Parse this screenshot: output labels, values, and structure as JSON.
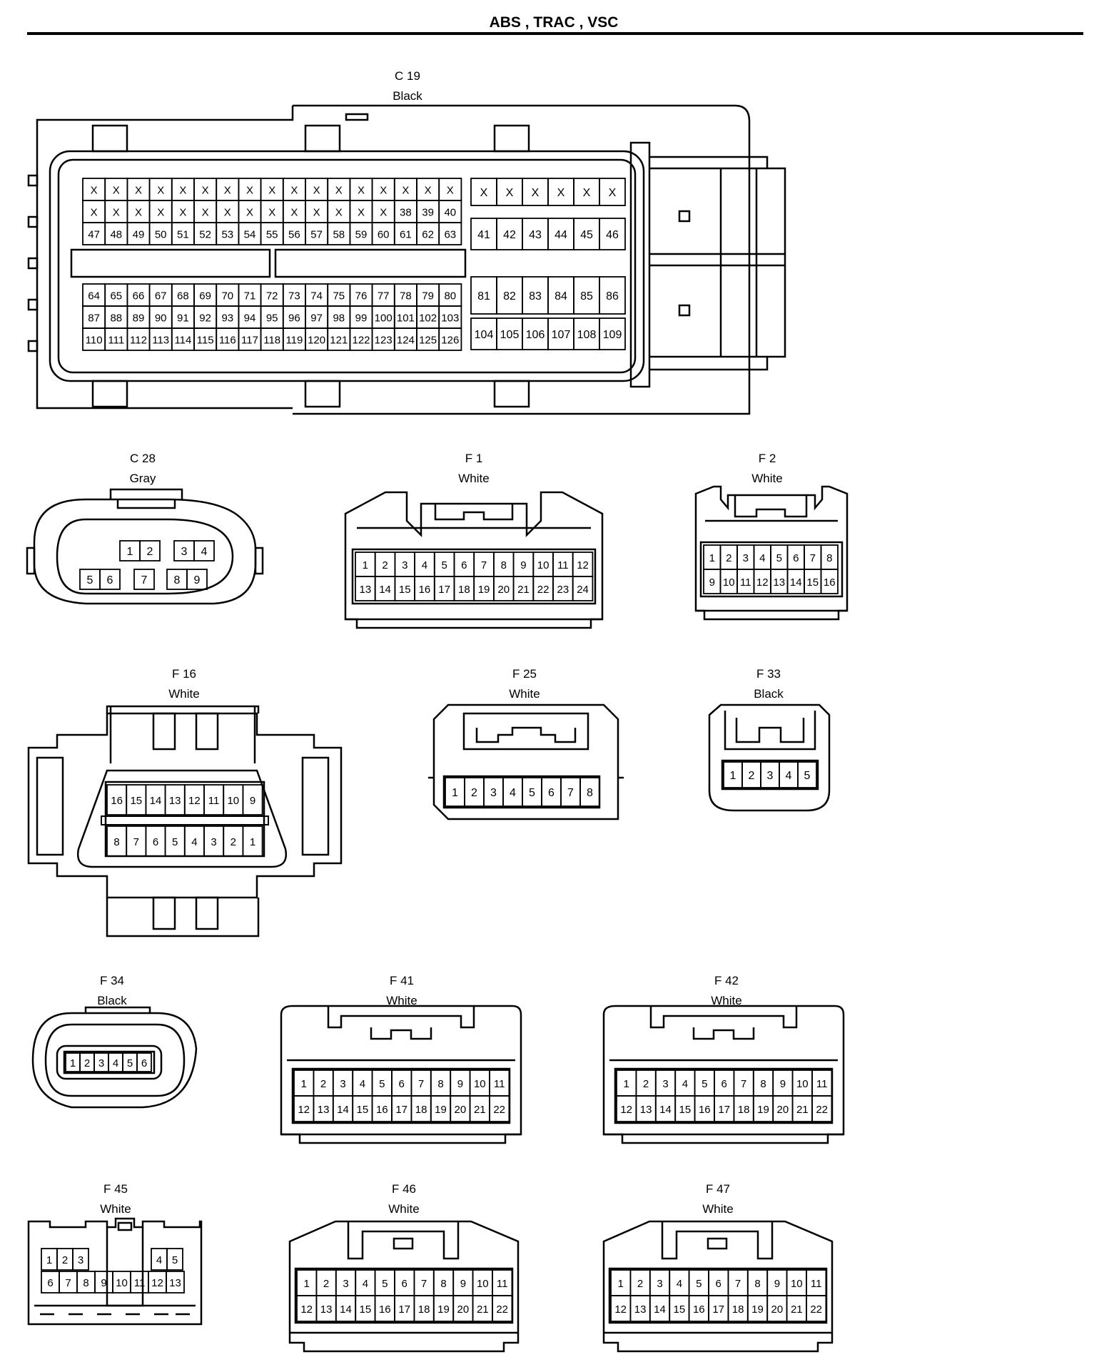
{
  "title": "ABS , TRAC , VSC",
  "connectors": [
    {
      "id": "C 19",
      "color": "Black"
    },
    {
      "id": "C 28",
      "color": "Gray"
    },
    {
      "id": "F 1",
      "color": "White"
    },
    {
      "id": "F 2",
      "color": "White"
    },
    {
      "id": "F 16",
      "color": "White"
    },
    {
      "id": "F 25",
      "color": "White"
    },
    {
      "id": "F 33",
      "color": "Black"
    },
    {
      "id": "F 34",
      "color": "Black"
    },
    {
      "id": "F 41",
      "color": "White"
    },
    {
      "id": "F 42",
      "color": "White"
    },
    {
      "id": "F 45",
      "color": "White"
    },
    {
      "id": "F 46",
      "color": "White"
    },
    {
      "id": "F 47",
      "color": "White"
    }
  ],
  "pins": {
    "c19": {
      "left_top": [
        [
          "X",
          "X",
          "X",
          "X",
          "X",
          "X",
          "X",
          "X",
          "X",
          "X",
          "X",
          "X",
          "X",
          "X",
          "X",
          "X",
          "X"
        ],
        [
          "X",
          "X",
          "X",
          "X",
          "X",
          "X",
          "X",
          "X",
          "X",
          "X",
          "X",
          "X",
          "X",
          "X",
          "38",
          "39",
          "40"
        ],
        [
          "47",
          "48",
          "49",
          "50",
          "51",
          "52",
          "53",
          "54",
          "55",
          "56",
          "57",
          "58",
          "59",
          "60",
          "61",
          "62",
          "63"
        ]
      ],
      "right_top": [
        [
          "X",
          "X",
          "X",
          "X",
          "X",
          "X"
        ],
        [
          "41",
          "42",
          "43",
          "44",
          "45",
          "46"
        ]
      ],
      "left_bottom": [
        [
          "64",
          "65",
          "66",
          "67",
          "68",
          "69",
          "70",
          "71",
          "72",
          "73",
          "74",
          "75",
          "76",
          "77",
          "78",
          "79",
          "80"
        ],
        [
          "87",
          "88",
          "89",
          "90",
          "91",
          "92",
          "93",
          "94",
          "95",
          "96",
          "97",
          "98",
          "99",
          "100",
          "101",
          "102",
          "103"
        ],
        [
          "110",
          "111",
          "112",
          "113",
          "114",
          "115",
          "116",
          "117",
          "118",
          "119",
          "120",
          "121",
          "122",
          "123",
          "124",
          "125",
          "126"
        ]
      ],
      "right_bottom": [
        [
          "81",
          "82",
          "83",
          "84",
          "85",
          "86"
        ],
        [
          "104",
          "105",
          "106",
          "107",
          "108",
          "109"
        ]
      ]
    },
    "c28": [
      [
        "1",
        "2"
      ],
      [
        "3",
        "4"
      ],
      [
        "5",
        "6"
      ],
      [
        "7"
      ],
      [
        "8",
        "9"
      ]
    ],
    "f1": [
      [
        "1",
        "2",
        "3",
        "4",
        "5",
        "6",
        "7",
        "8",
        "9",
        "10",
        "11",
        "12"
      ],
      [
        "13",
        "14",
        "15",
        "16",
        "17",
        "18",
        "19",
        "20",
        "21",
        "22",
        "23",
        "24"
      ]
    ],
    "f2": [
      [
        "1",
        "2",
        "3",
        "4",
        "5",
        "6",
        "7",
        "8"
      ],
      [
        "9",
        "10",
        "11",
        "12",
        "13",
        "14",
        "15",
        "16"
      ]
    ],
    "f16": [
      [
        "16",
        "15",
        "14",
        "13",
        "12",
        "11",
        "10",
        "9"
      ],
      [
        "8",
        "7",
        "6",
        "5",
        "4",
        "3",
        "2",
        "1"
      ]
    ],
    "f25": [
      [
        "1",
        "2",
        "3",
        "4",
        "5",
        "6",
        "7",
        "8"
      ]
    ],
    "f33": [
      [
        "1",
        "2",
        "3",
        "4",
        "5"
      ]
    ],
    "f34": [
      [
        "1",
        "2",
        "3",
        "4",
        "5",
        "6"
      ]
    ],
    "f41": [
      [
        "1",
        "2",
        "3",
        "4",
        "5",
        "6",
        "7",
        "8",
        "9",
        "10",
        "11"
      ],
      [
        "12",
        "13",
        "14",
        "15",
        "16",
        "17",
        "18",
        "19",
        "20",
        "21",
        "22"
      ]
    ],
    "f42": [
      [
        "1",
        "2",
        "3",
        "4",
        "5",
        "6",
        "7",
        "8",
        "9",
        "10",
        "11"
      ],
      [
        "12",
        "13",
        "14",
        "15",
        "16",
        "17",
        "18",
        "19",
        "20",
        "21",
        "22"
      ]
    ],
    "f45": [
      [
        "1",
        "2",
        "3"
      ],
      [
        "4",
        "5"
      ],
      [
        "6",
        "7",
        "8",
        "9",
        "10",
        "11",
        "12",
        "13"
      ]
    ],
    "f46": [
      [
        "1",
        "2",
        "3",
        "4",
        "5",
        "6",
        "7",
        "8",
        "9",
        "10",
        "11"
      ],
      [
        "12",
        "13",
        "14",
        "15",
        "16",
        "17",
        "18",
        "19",
        "20",
        "21",
        "22"
      ]
    ],
    "f47": [
      [
        "1",
        "2",
        "3",
        "4",
        "5",
        "6",
        "7",
        "8",
        "9",
        "10",
        "11"
      ],
      [
        "12",
        "13",
        "14",
        "15",
        "16",
        "17",
        "18",
        "19",
        "20",
        "21",
        "22"
      ]
    ]
  }
}
